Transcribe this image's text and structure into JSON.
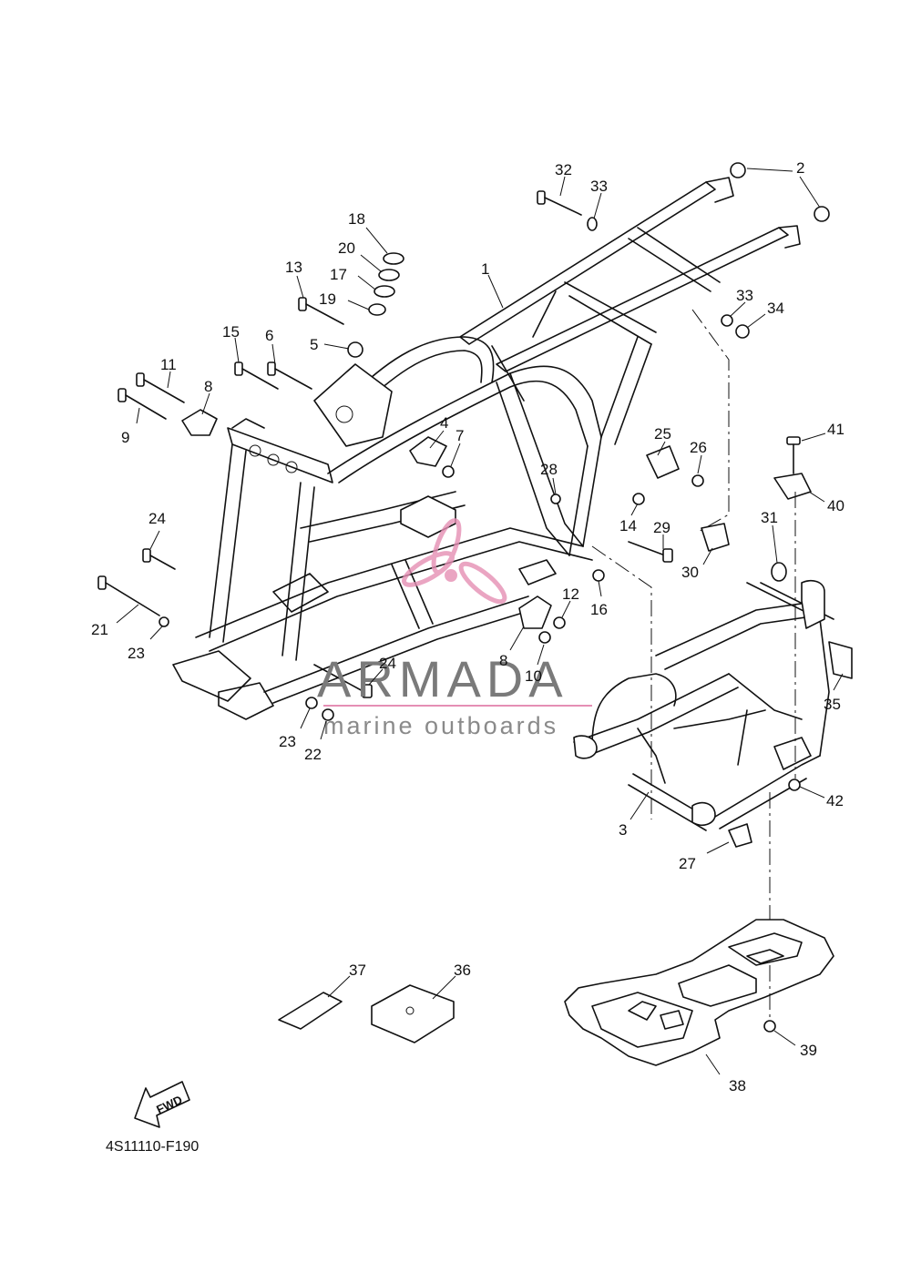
{
  "diagram": {
    "code": "4S11110-F190",
    "fwd_label": "FWD",
    "watermark": {
      "brand": "ARMADA",
      "tagline": "marine outboards",
      "brand_color": "#7a7a7a",
      "accent_color": "#e58fb4"
    },
    "callouts": [
      {
        "id": "c1",
        "label": "1"
      },
      {
        "id": "c2",
        "label": "2"
      },
      {
        "id": "c3",
        "label": "3"
      },
      {
        "id": "c4",
        "label": "4"
      },
      {
        "id": "c5",
        "label": "5"
      },
      {
        "id": "c6",
        "label": "6"
      },
      {
        "id": "c7",
        "label": "7"
      },
      {
        "id": "c8a",
        "label": "8"
      },
      {
        "id": "c8b",
        "label": "8"
      },
      {
        "id": "c9",
        "label": "9"
      },
      {
        "id": "c10",
        "label": "10"
      },
      {
        "id": "c11",
        "label": "11"
      },
      {
        "id": "c12",
        "label": "12"
      },
      {
        "id": "c13",
        "label": "13"
      },
      {
        "id": "c14",
        "label": "14"
      },
      {
        "id": "c15",
        "label": "15"
      },
      {
        "id": "c16",
        "label": "16"
      },
      {
        "id": "c17",
        "label": "17"
      },
      {
        "id": "c18",
        "label": "18"
      },
      {
        "id": "c19",
        "label": "19"
      },
      {
        "id": "c20",
        "label": "20"
      },
      {
        "id": "c21",
        "label": "21"
      },
      {
        "id": "c22",
        "label": "22"
      },
      {
        "id": "c23a",
        "label": "23"
      },
      {
        "id": "c23b",
        "label": "23"
      },
      {
        "id": "c24a",
        "label": "24"
      },
      {
        "id": "c24b",
        "label": "24"
      },
      {
        "id": "c25",
        "label": "25"
      },
      {
        "id": "c26",
        "label": "26"
      },
      {
        "id": "c27",
        "label": "27"
      },
      {
        "id": "c28",
        "label": "28"
      },
      {
        "id": "c29",
        "label": "29"
      },
      {
        "id": "c30",
        "label": "30"
      },
      {
        "id": "c31",
        "label": "31"
      },
      {
        "id": "c32",
        "label": "32"
      },
      {
        "id": "c33a",
        "label": "33"
      },
      {
        "id": "c33b",
        "label": "33"
      },
      {
        "id": "c34",
        "label": "34"
      },
      {
        "id": "c35",
        "label": "35"
      },
      {
        "id": "c36",
        "label": "36"
      },
      {
        "id": "c37",
        "label": "37"
      },
      {
        "id": "c38",
        "label": "38"
      },
      {
        "id": "c39",
        "label": "39"
      },
      {
        "id": "c40",
        "label": "40"
      },
      {
        "id": "c41",
        "label": "41"
      },
      {
        "id": "c42",
        "label": "42"
      }
    ]
  }
}
